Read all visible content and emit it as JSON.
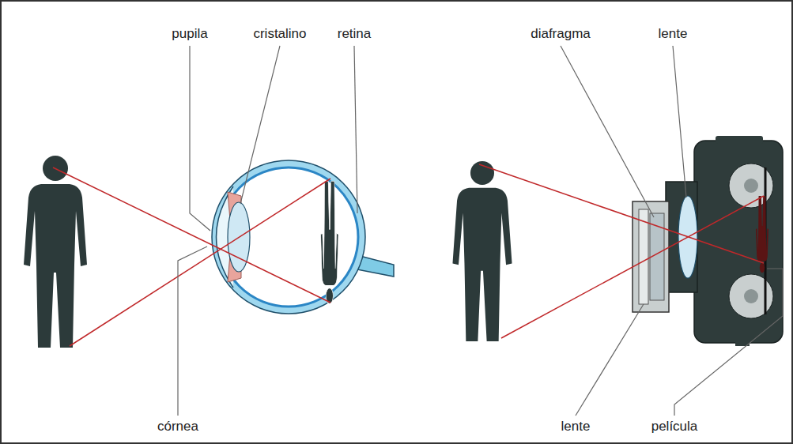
{
  "diagram": {
    "labels": [
      "pupila",
      "cristalino",
      "retina",
      "córnea",
      "diafragma",
      "lente",
      "lente",
      "película"
    ]
  }
}
